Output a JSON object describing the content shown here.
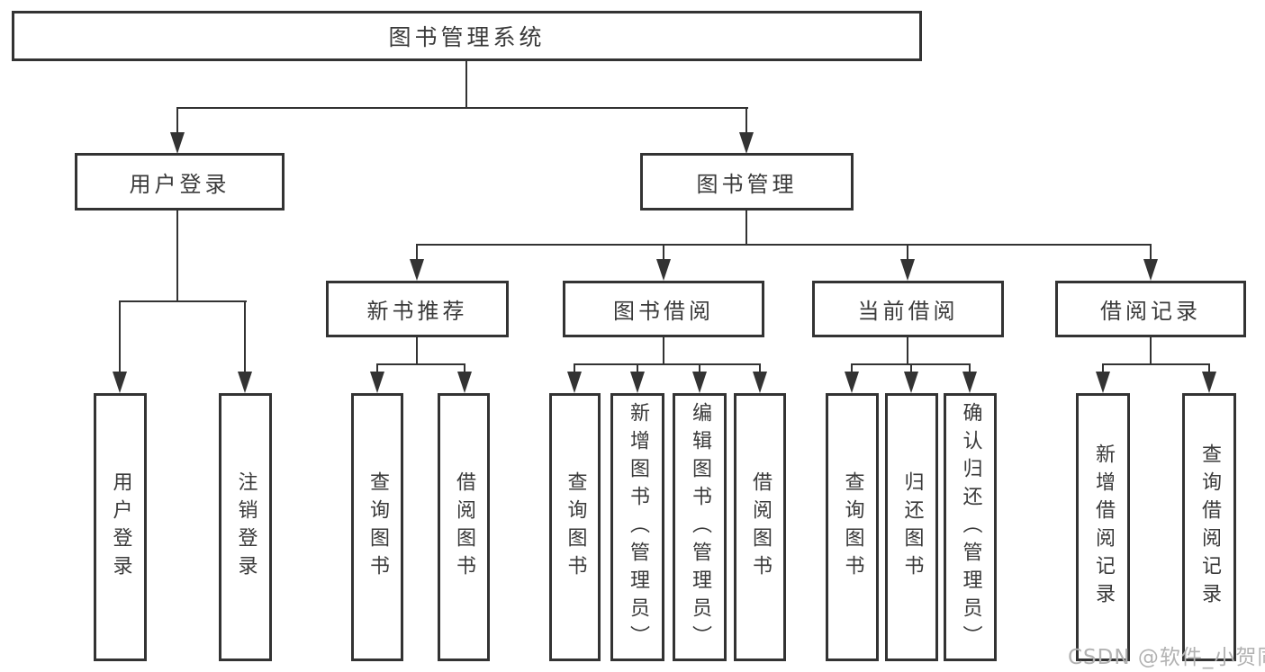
{
  "diagram": {
    "root": {
      "label": "图书管理系统"
    },
    "branches": [
      {
        "label": "用户登录",
        "children": [
          {
            "label": "用户登录"
          },
          {
            "label": "注销登录"
          }
        ]
      },
      {
        "label": "图书管理",
        "children": [
          {
            "label": "新书推荐",
            "children": [
              {
                "label": "查询图书"
              },
              {
                "label": "借阅图书"
              }
            ]
          },
          {
            "label": "图书借阅",
            "children": [
              {
                "label": "查询图书"
              },
              {
                "label": "新增图书（管理员）"
              },
              {
                "label": "编辑图书（管理员）"
              },
              {
                "label": "借阅图书"
              }
            ]
          },
          {
            "label": "当前借阅",
            "children": [
              {
                "label": "查询图书"
              },
              {
                "label": "归还图书"
              },
              {
                "label": "确认归还（管理员）"
              }
            ]
          },
          {
            "label": "借阅记录",
            "children": [
              {
                "label": "新增借阅记录"
              },
              {
                "label": "查询借阅记录"
              }
            ]
          }
        ]
      }
    ]
  },
  "watermark": "CSDN @软件_小贺同学",
  "colors": {
    "line": "#333333",
    "text": "#3a3a3a",
    "watermark": "#b2b2b2",
    "background": "#ffffff"
  }
}
